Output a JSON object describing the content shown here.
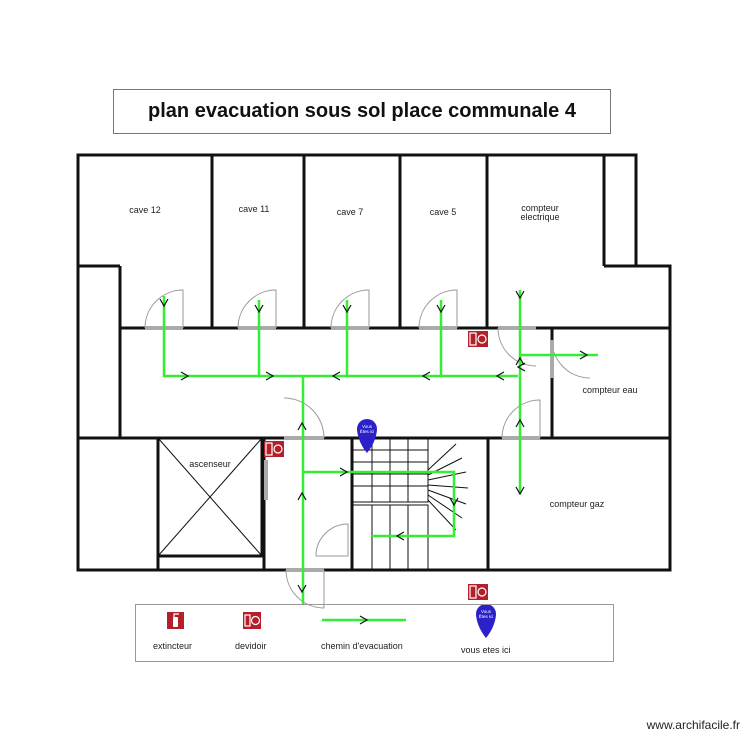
{
  "title": "plan evacuation sous sol place communale 4",
  "rooms": {
    "cave12": "cave 12",
    "cave11": "cave 11",
    "cave7": "cave 7",
    "cave5": "cave 5",
    "compteur_electrique_1": "compteur",
    "compteur_electrique_2": "electrique",
    "compteur_eau": "compteur eau",
    "compteur_gaz": "compteur gaz",
    "ascenseur": "ascenseur"
  },
  "marker_text": "Vous\nÊtes ici",
  "legend": {
    "extincteur": "extincteur",
    "devidoir": "devidoir",
    "chemin": "chemin d'evacuation",
    "vous_etes_ici": "vous etes ici"
  },
  "watermark": "www.archifacile.fr",
  "colors": {
    "evacuation_path": "#33ee33",
    "fire_sign": "#b3202a",
    "marker": "#2a22c8"
  }
}
